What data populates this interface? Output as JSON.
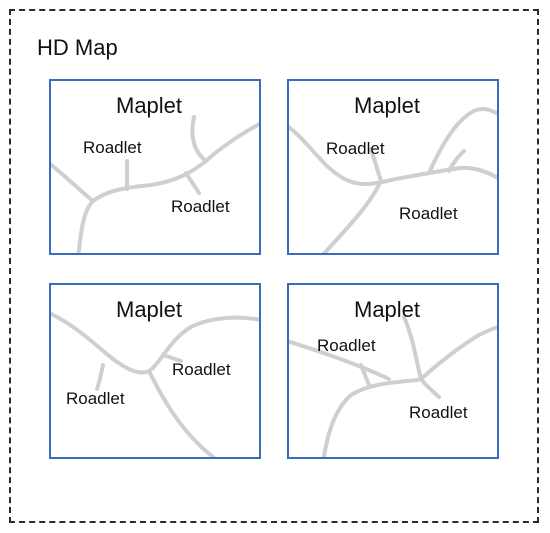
{
  "outer": {
    "title": "HD Map"
  },
  "maplets": [
    {
      "title": "Maplet",
      "roadlets": [
        "Roadlet",
        "Roadlet"
      ]
    },
    {
      "title": "Maplet",
      "roadlets": [
        "Roadlet",
        "Roadlet"
      ]
    },
    {
      "title": "Maplet",
      "roadlets": [
        "Roadlet",
        "Roadlet"
      ]
    },
    {
      "title": "Maplet",
      "roadlets": [
        "Roadlet",
        "Roadlet"
      ]
    }
  ],
  "colors": {
    "maplet_border": "#3a6bbf",
    "road": "#cfcfcf",
    "outer_border": "#2b2b2b",
    "text": "#111111"
  }
}
